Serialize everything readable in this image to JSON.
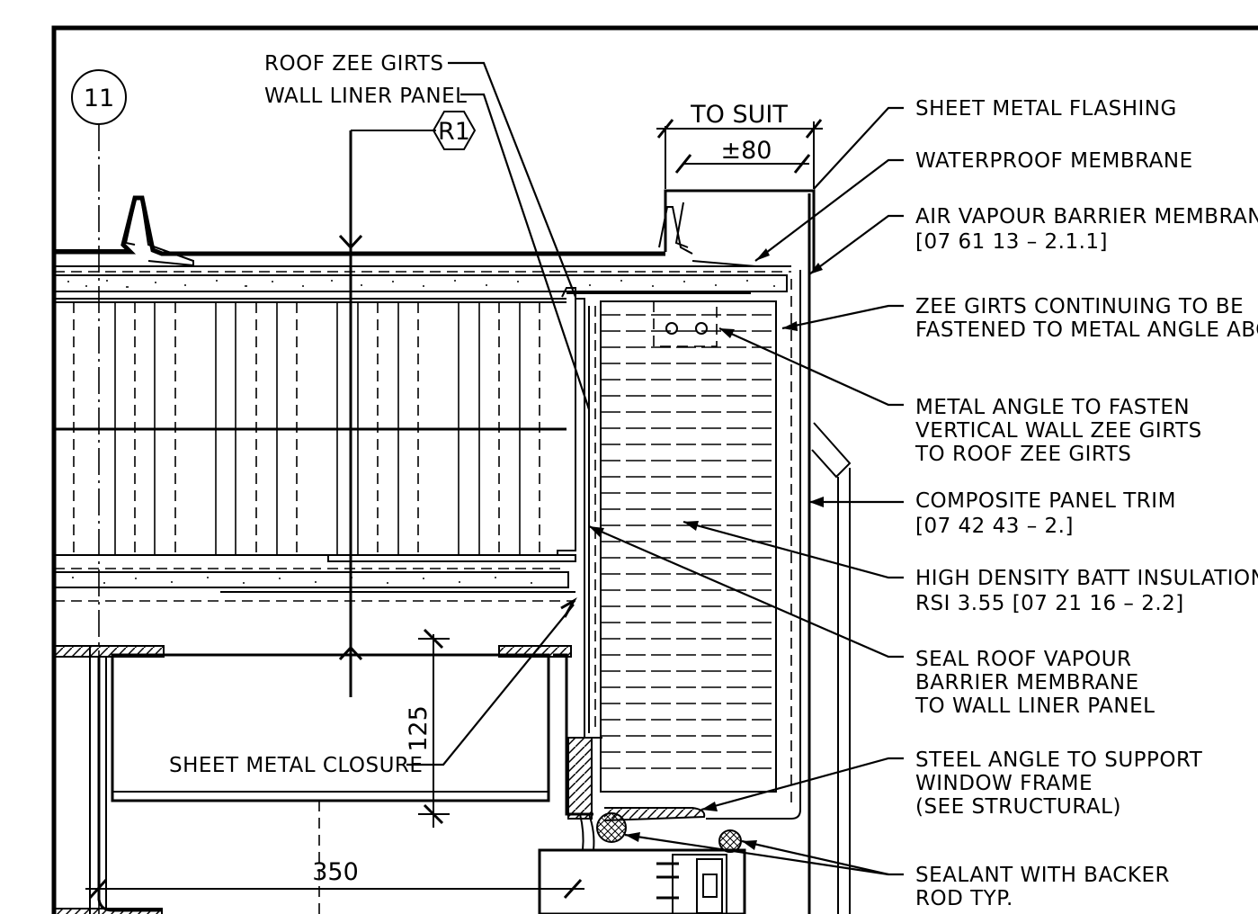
{
  "grid_bubble": {
    "label": "11"
  },
  "section_tag": {
    "label": "R1"
  },
  "dimensions": {
    "to_suit": "TO SUIT",
    "tolerance": "±80",
    "height_125": "125",
    "width_350": "350"
  },
  "left_labels": {
    "roof_zee_girts": "ROOF ZEE GIRTS",
    "wall_liner_panel": "WALL LINER PANEL",
    "sheet_metal_closure": "SHEET METAL CLOSURE"
  },
  "callouts": [
    {
      "lines": [
        "SHEET METAL FLASHING"
      ]
    },
    {
      "lines": [
        "WATERPROOF MEMBRANE"
      ]
    },
    {
      "lines": [
        "AIR VAPOUR BARRIER MEMBRANE",
        "[07 61 13 – 2.1.1]"
      ]
    },
    {
      "lines": [
        "ZEE GIRTS CONTINUING TO BE",
        "FASTENED TO METAL ANGLE ABOVE"
      ]
    },
    {
      "lines": [
        "METAL ANGLE TO FASTEN",
        "VERTICAL WALL ZEE GIRTS",
        "TO ROOF ZEE GIRTS"
      ]
    },
    {
      "lines": [
        "COMPOSITE PANEL TRIM",
        "[07 42 43 – 2.]"
      ]
    },
    {
      "lines": [
        "HIGH DENSITY BATT INSULATION",
        "RSI 3.55 [07 21 16 – 2.2]"
      ]
    },
    {
      "lines": [
        "SEAL ROOF VAPOUR",
        "BARRIER MEMBRANE",
        "TO WALL LINER PANEL"
      ]
    },
    {
      "lines": [
        "STEEL ANGLE TO SUPPORT",
        "WINDOW FRAME",
        "(SEE STRUCTURAL)"
      ]
    },
    {
      "lines": [
        "SEALANT WITH BACKER",
        "ROD TYP."
      ]
    }
  ]
}
